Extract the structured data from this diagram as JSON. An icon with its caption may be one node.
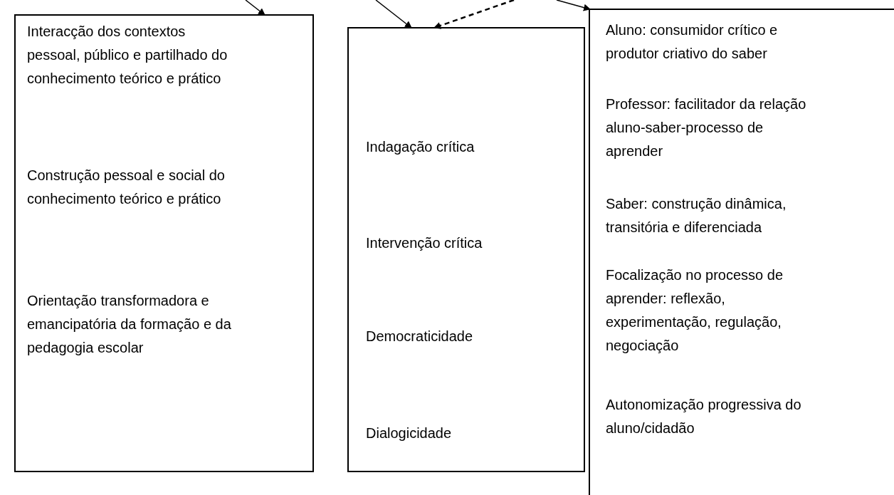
{
  "diagram": {
    "nodes": [
      {
        "text": [
          "Interacção dos contextos pessoal, público e partilhado do conhecimento teórico e prático",
          "Construção pessoal e social do conhecimento teórico e prático",
          "Orientação transformadora e emancipatória da formação e da pedagogia escolar"
        ]
      },
      {
        "text": [
          "Indagação crítica",
          "Intervenção crítica",
          "Democraticidade",
          "Dialogicidade"
        ]
      },
      {
        "text": [
          "Aluno: consumidor crítico e produtor criativo do saber",
          "Professor: facilitador da relação aluno-saber-processo de aprender",
          "Saber: construção dinâmica, transitória e diferenciada",
          "Focalização no processo de aprender: reflexão, experimentação, regulação, negociação",
          "Autonomização progressiva do aluno/cidadão"
        ]
      }
    ],
    "edges": [
      {
        "from": null,
        "to": 0,
        "arrow": "to"
      },
      {
        "from": null,
        "to": 1,
        "arrow": "to"
      },
      {
        "from": null,
        "to": 1,
        "arrow": "to",
        "style": "dashed"
      },
      {
        "from": null,
        "to": 2,
        "arrow": "to"
      }
    ]
  }
}
